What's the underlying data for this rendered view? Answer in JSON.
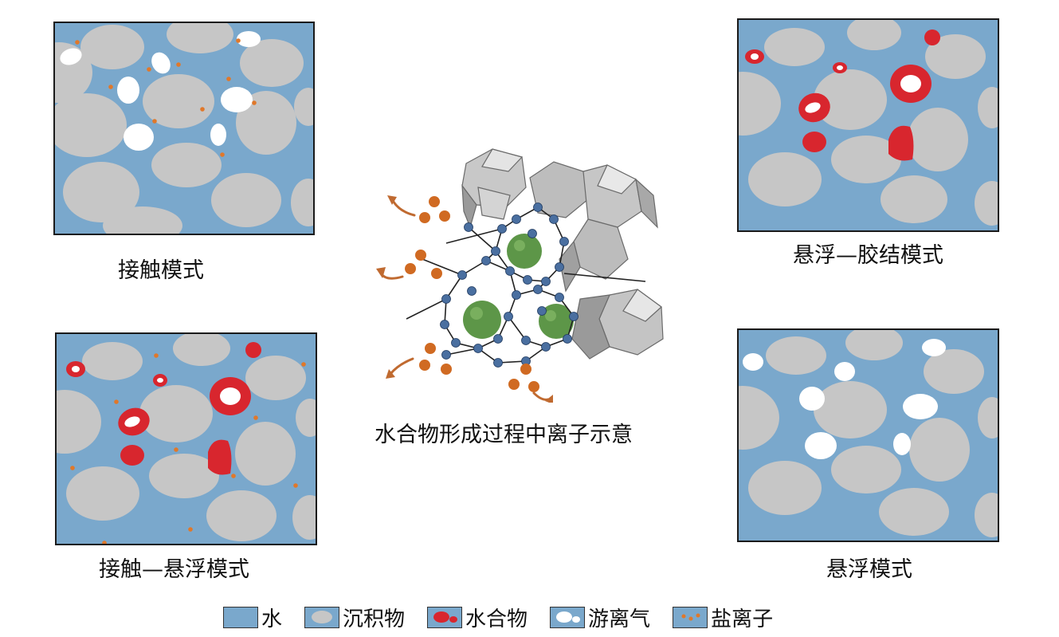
{
  "panels": {
    "contact": {
      "caption": "接触模式"
    },
    "suspension_cementation": {
      "caption": "悬浮—胶结模式"
    },
    "contact_suspension": {
      "caption": "接触—悬浮模式"
    },
    "suspension": {
      "caption": "悬浮模式"
    }
  },
  "center": {
    "caption": "水合物形成过程中离子示意"
  },
  "legend": {
    "water": "水",
    "sediment": "沉积物",
    "hydrate": "水合物",
    "free_gas": "游离气",
    "salt_ion": "盐离子"
  },
  "colors": {
    "water": "#7aa8cc",
    "sediment": "#c6c6c6",
    "hydrate": "#d8262e",
    "free_gas": "#ffffff",
    "salt_ion": "#e0782a",
    "cage": "#b8b8b8",
    "atom": "#4a6fa0",
    "guest": "#5d9648"
  }
}
